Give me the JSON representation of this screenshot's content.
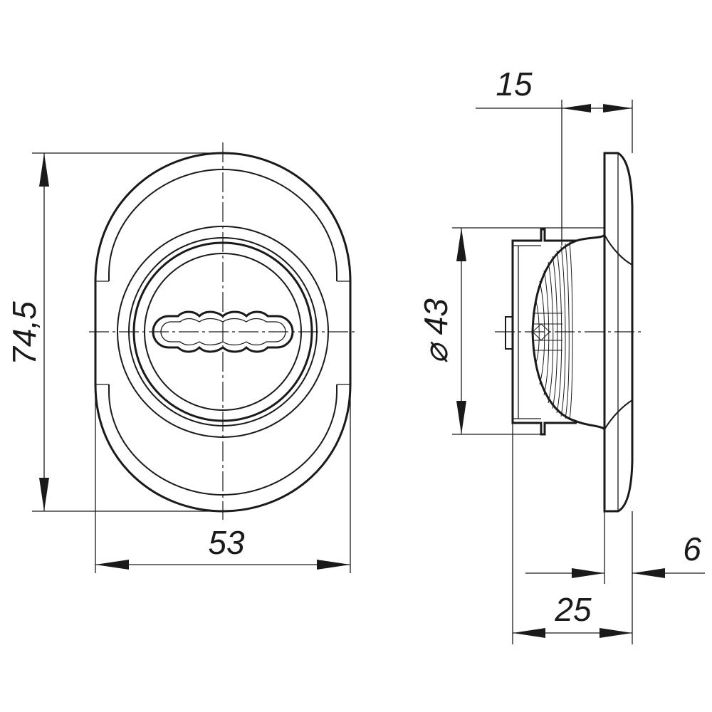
{
  "front_view": {
    "width_label": "53",
    "height_label": "74,5"
  },
  "side_view": {
    "diameter_label": "⌀ 43",
    "depth_top_label": "15",
    "total_depth_label": "25",
    "plate_thickness_label": "6"
  },
  "colors": {
    "line": "#1a1a1a",
    "background": "#ffffff"
  }
}
